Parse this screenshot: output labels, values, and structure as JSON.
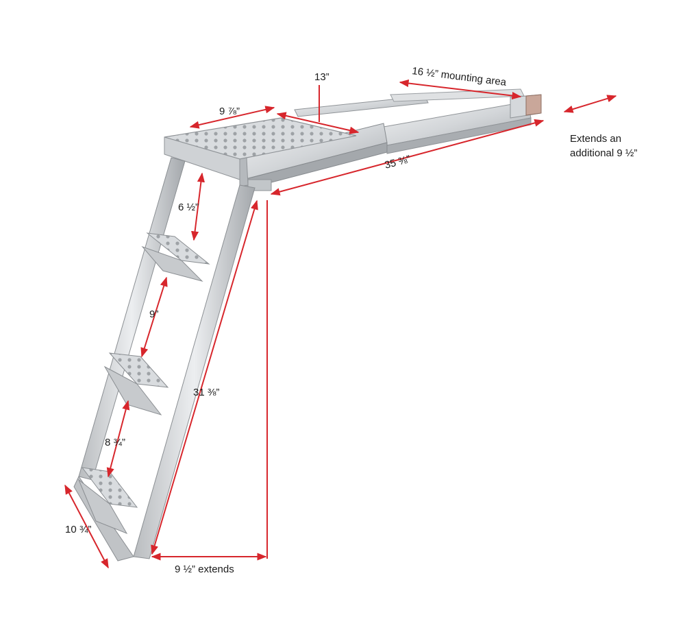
{
  "dimensions": {
    "platform_depth": "13”",
    "mounting_area": "16 ½” mounting area",
    "platform_width": "9 ⅞”",
    "overall_length": "35 ⅜”",
    "top_to_first_step": "6 ½”",
    "step_spacing_upper": "9”",
    "ladder_length": "31 ⅜”",
    "step_spacing_lower": "8 ¾”",
    "step_width": "10 ¾”",
    "extends": "9 ½” extends"
  },
  "note": {
    "line1": "Extends an",
    "line2": "additional 9 ½”"
  },
  "colors": {
    "dimension_arrow": "#d7262c",
    "metal_light": "#e2e4e6",
    "metal_mid": "#c4c7ca",
    "metal_dark": "#8f9397",
    "tube_end": "#c9a79a"
  }
}
